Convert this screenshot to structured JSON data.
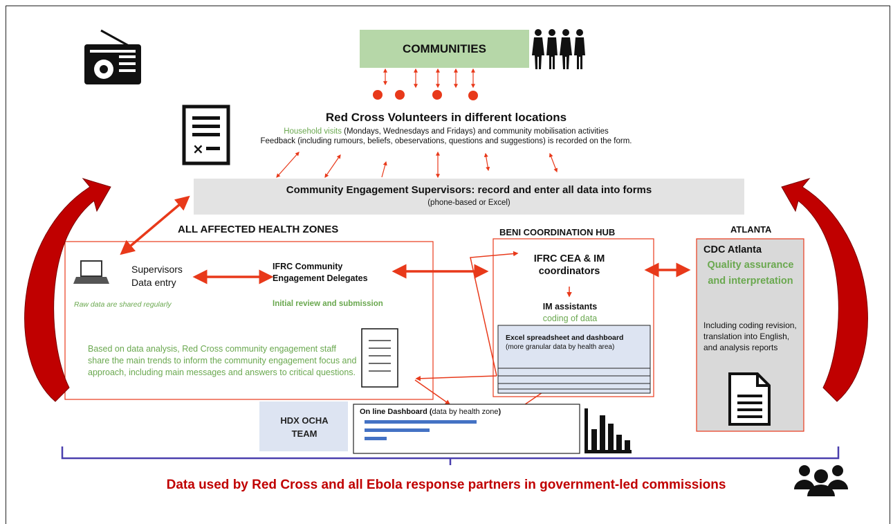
{
  "communities": {
    "label": "COMMUNITIES"
  },
  "volunteers": {
    "title": "Red Cross Volunteers in different locations",
    "line1_highlight": "Household visits",
    "line1_rest": " (Mondays, Wednesdays and Fridays) and community mobilisation activities",
    "line2": "Feedback (including rumours, beliefs, obeservations, questions and suggestions) is recorded on the form."
  },
  "supervisors_bar": {
    "title": "Community Engagement Supervisors: record and enter all data into forms",
    "subtitle": "(phone-based or Excel)"
  },
  "health_zones": {
    "heading": "ALL AFFECTED HEALTH ZONES",
    "supervisors_label_1": "Supervisors",
    "supervisors_label_2": "Data entry",
    "raw_data_note": "Raw data are shared regularly",
    "delegates_title": "IFRC Community Engagement Delegates",
    "delegates_note": "Initial review and submission",
    "trends_text": "Based on data analysis, Red Cross community engagement staff share the main trends to inform the community engagement focus and approach, including main messages and answers to critical questions."
  },
  "beni_hub": {
    "heading": "BENI COORDINATION HUB",
    "coordinators": "IFRC CEA & IM coordinators",
    "assistants": "IM assistants",
    "coding": "coding of data",
    "excel_title": "Excel spreadsheet and dashboard",
    "excel_sub": "(more granular data by health area)"
  },
  "atlanta": {
    "heading": "ATLANTA",
    "title": "CDC Atlanta",
    "subtitle": "Quality assurance and interpretation",
    "body": "Including coding revision, translation into English, and analysis reports"
  },
  "hdx": {
    "label": "HDX OCHA TEAM"
  },
  "dashboard": {
    "title_bold": "On line Dashboard (",
    "title_normal": "data by health zone",
    "title_end": ")",
    "bars": [
      1.0,
      0.58,
      0.2
    ]
  },
  "footer": {
    "text": "Data used by Red Cross and all Ebola response partners in government-led commissions"
  },
  "colors": {
    "red": "#e8391a",
    "dark_red": "#c00000",
    "green": "#6aa84f",
    "green_bg": "#b6d7a8",
    "blue_bracket": "#4a3fae",
    "bar_blue": "#4472c4"
  },
  "icons": [
    "radio-icon",
    "people-icon",
    "form-icon",
    "laptop-icon",
    "document-icon",
    "bar-chart-icon",
    "group-icon"
  ]
}
